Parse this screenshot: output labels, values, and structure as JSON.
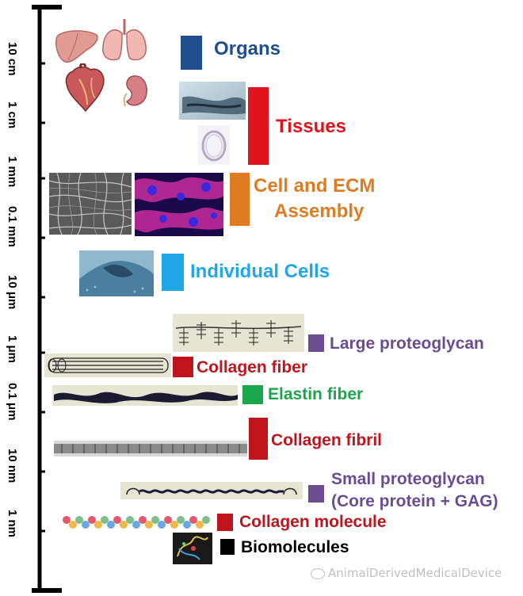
{
  "scale": {
    "ticks": [
      "10 cm",
      "1 cm",
      "1 mm",
      "0.1 mm",
      "10 μm",
      "1 μm",
      "0.1 μm",
      "10 nm",
      "1 nm"
    ]
  },
  "levels": [
    {
      "label": "Organs",
      "color": "#1f4e8c"
    },
    {
      "label": "Tissues",
      "color": "#e0141c"
    },
    {
      "label_line1": "Cell and ECM",
      "label_line2": "Assembly",
      "color": "#e07b22"
    },
    {
      "label": "Individual Cells",
      "color": "#1fa8e8"
    },
    {
      "label": "Large proteoglycan",
      "color": "#6a4c93"
    },
    {
      "label": "Collagen fiber",
      "color": "#c0141c"
    },
    {
      "label": "Elastin fiber",
      "color": "#1aa64a"
    },
    {
      "label": "Collagen fibril",
      "color": "#c0141c"
    },
    {
      "label_line1": "Small proteoglycan",
      "label_line2": "(Core protein + GAG)",
      "color": "#6a4c93"
    },
    {
      "label": "Collagen molecule",
      "color": "#c0141c"
    },
    {
      "label": "Biomolecules",
      "color": "#000000"
    }
  ],
  "watermark": "AnimalDerivedMedicalDevice"
}
